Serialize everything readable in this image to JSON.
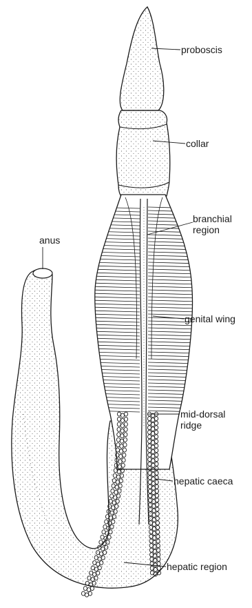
{
  "figure": {
    "labels": {
      "proboscis": "proboscis",
      "collar": "collar",
      "branchial_region": "branchial\nregion",
      "anus": "anus",
      "genital_wing": "genital wing",
      "mid_dorsal_ridge": "mid-dorsal\nridge",
      "hepatic_caeca": "hepatic caeca",
      "hepatic_region": "hepatic region"
    },
    "colors": {
      "ink": "#1a1a1a",
      "background": "#ffffff"
    }
  }
}
